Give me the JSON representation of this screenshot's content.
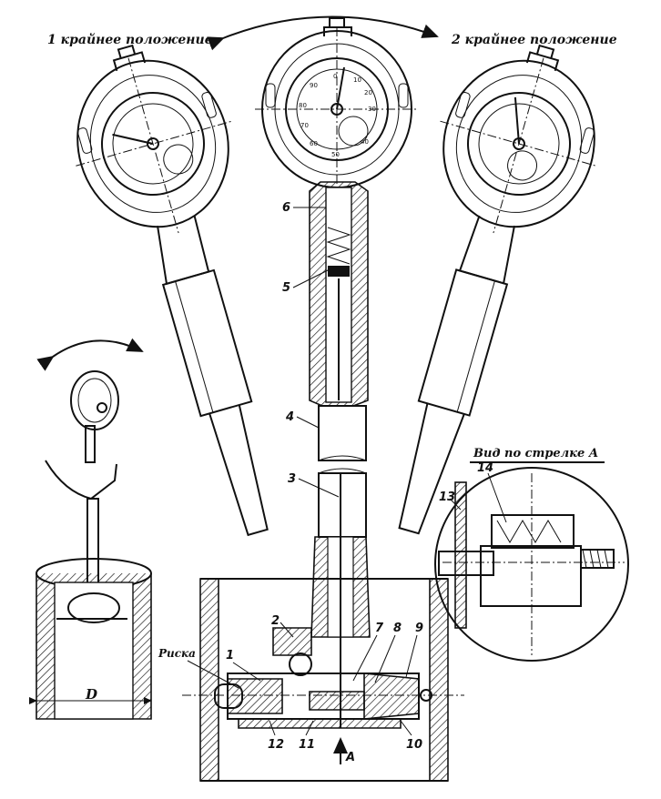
{
  "position_labels": {
    "left": "1 крайнее положение",
    "right": "2 крайнее положение"
  },
  "view_label": "Вид по стрелке А",
  "risk_label": "Риска",
  "diameter_label": "D",
  "arrow_label": "A",
  "dial_ticks": [
    "0",
    "10",
    "20",
    "30",
    "40",
    "50",
    "60",
    "70",
    "80",
    "90"
  ],
  "part_numbers": [
    "1",
    "2",
    "3",
    "4",
    "5",
    "6",
    "7",
    "8",
    "9",
    "10",
    "11",
    "12",
    "13",
    "14"
  ]
}
